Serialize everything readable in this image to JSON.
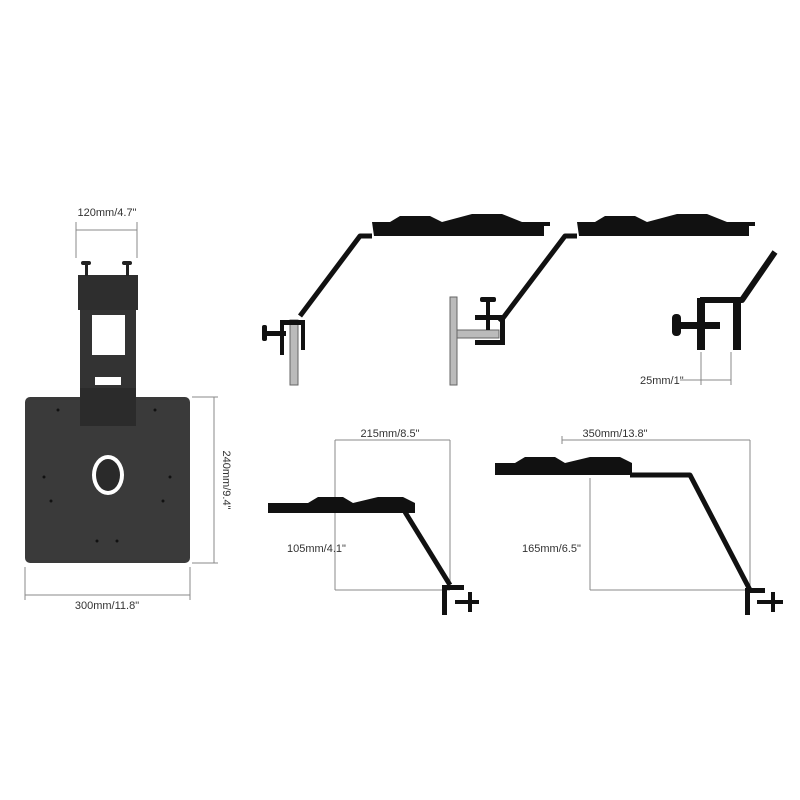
{
  "title": "Mount dimensions diagram",
  "dimensions": {
    "bracket_width": "120mm/4.7\"",
    "plate_height": "240mm/9.4\"",
    "plate_width": "300mm/11.8\"",
    "clamp_opening": "25mm/1\"",
    "reach_short": "215mm/8.5\"",
    "drop_short": "105mm/4.1\"",
    "reach_long": "350mm/13.8\"",
    "drop_long": "165mm/6.5\""
  },
  "colors": {
    "plate": "#3a3a3a",
    "silhouette": "#111111",
    "pole": "#bbbbbb",
    "dim_line": "#888888"
  }
}
